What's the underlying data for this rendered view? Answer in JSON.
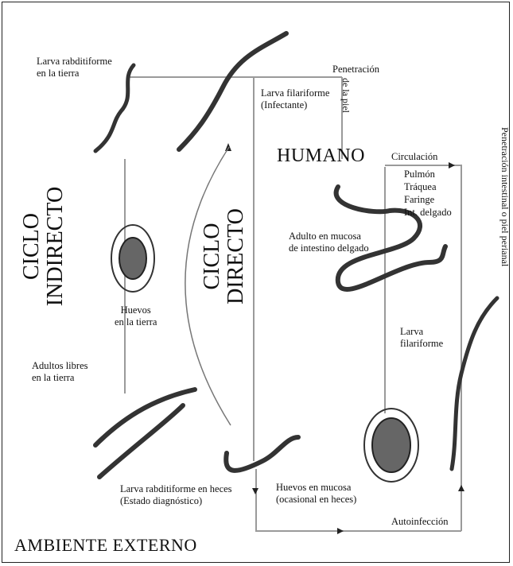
{
  "labels": {
    "larva_rab_tierra_1": "Larva rabditiforme",
    "larva_rab_tierra_2": "en la tierra",
    "penetracion": "Penetración",
    "de_la_piel": "de la piel",
    "larva_fil_1": "Larva filariforme",
    "larva_fil_2": "(Infectante)",
    "humano": "HUMANO",
    "circulacion": "Circulación",
    "pulmon": "Pulmón",
    "traquea": "Tráquea",
    "faringe": "Faringe",
    "int_delgado": "Int. delgado",
    "pen_intestinal": "Penetración intestinal o piel perianal",
    "ciclo_ind_1": "CICLO",
    "ciclo_ind_2": "INDIRECTO",
    "ciclo_dir_1": "CICLO",
    "ciclo_dir_2": "DIRECTO",
    "adulto_1": "Adulto en mucosa",
    "adulto_2": "de intestino delgado",
    "huevos_tierra_1": "Huevos",
    "huevos_tierra_2": "en la tierra",
    "larva_fil_r_1": "Larva",
    "larva_fil_r_2": "filariforme",
    "adultos_libres_1": "Adultos libres",
    "adultos_libres_2": "en la tierra",
    "larva_heces_1": "Larva rabditiforme en heces",
    "larva_heces_2": "(Estado diagnóstico)",
    "huevos_mucosa_1": "Huevos en mucosa",
    "huevos_mucosa_2": "(ocasional en heces)",
    "autoinfeccion": "Autoinfección",
    "ambiente": "AMBIENTE  EXTERNO"
  }
}
